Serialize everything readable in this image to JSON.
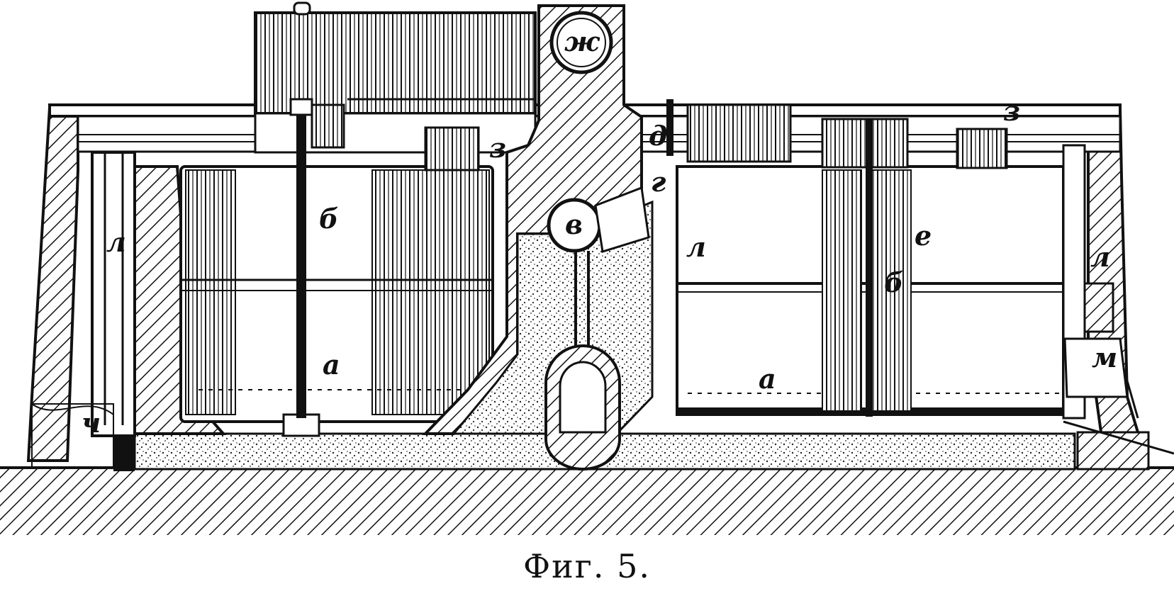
{
  "caption": "Фиг. 5.",
  "labels": {
    "zh": "ж",
    "v": "в",
    "g": "г",
    "d": "д",
    "z_left": "з",
    "z_right": "з",
    "b_left": "б",
    "b_right": "б",
    "a_left": "а",
    "a_right": "а",
    "l_far_left": "л",
    "l_center": "л",
    "l_right": "л",
    "e": "е",
    "ch": "ч",
    "m": "м"
  }
}
